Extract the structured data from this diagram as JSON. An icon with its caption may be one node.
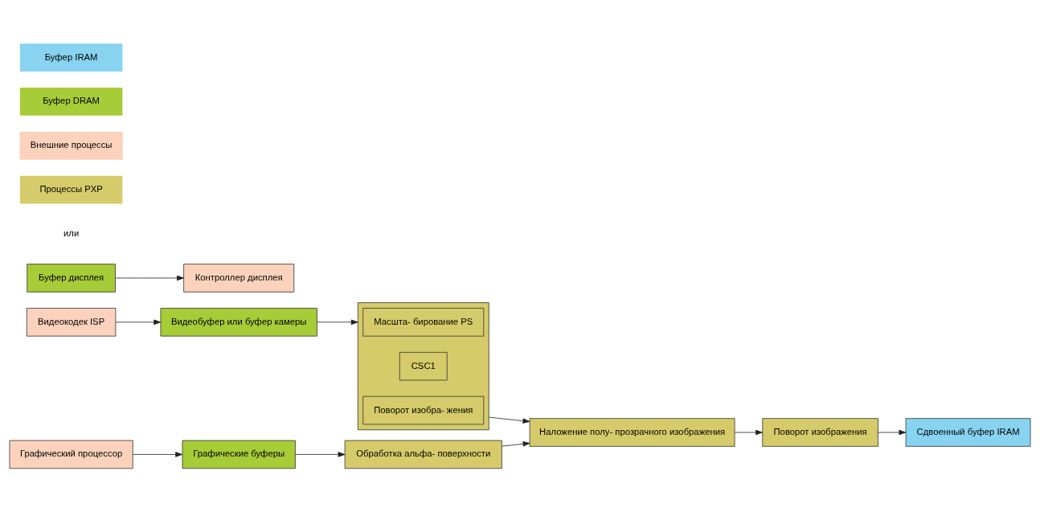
{
  "diagram": {
    "nodes": [
      {
        "text": [
          "Графические буферы"
        ]
      },
      {
        "text": [
          "Графический процессор"
        ]
      },
      {
        "text": [
          "Обработка альфа- поверхности"
        ]
      },
      {
        "text": [
          "Наложение полу- прозрачного изображения"
        ]
      },
      {
        "text": [
          "Поворот изображения"
        ]
      },
      {
        "text": [
          "Контроллер дисплея"
        ]
      },
      {
        "text": [
          "Видеокодек ISP"
        ]
      },
      {
        "text": [],
        "shape": "box"
      },
      {
        "text": [
          "Масшта- бирование PS"
        ],
        "in": 7
      },
      {
        "text": [
          "CSC1"
        ],
        "in": 7
      },
      {
        "text": [
          "Поворот изобра- жения"
        ],
        "in": 7
      },
      {
        "text": [
          "Сдвоенный буфер IRAM"
        ]
      },
      {
        "text": [
          "Буфер дисплея"
        ]
      },
      {
        "text": [
          "Видеобуфер или буфер камеры"
        ]
      }
    ],
    "edges": [
      {
        "from": 1,
        "to": 0,
        "arrow": "to"
      },
      {
        "from": 0,
        "to": 2,
        "arrow": "to"
      },
      {
        "from": 2,
        "to": 3,
        "arrow": "to"
      },
      {
        "from": 7,
        "to": 3,
        "arrow": "to"
      },
      {
        "from": 3,
        "to": 4,
        "arrow": "to"
      },
      {
        "from": 4,
        "to": 11,
        "arrow": "to"
      },
      {
        "from": 12,
        "to": 5,
        "arrow": "to"
      },
      {
        "from": 6,
        "to": 13,
        "arrow": "to"
      },
      {
        "from": 13,
        "to": 7,
        "arrow": "to"
      }
    ],
    "labels": [
      "или"
    ],
    "legend": [
      {
        "text": "Буфер IRAM",
        "color": "#87d3f0"
      },
      {
        "text": "Буфер DRAM",
        "color": "#a6cc38"
      },
      {
        "text": "Внешние процессы",
        "color": "#fcd2bc"
      },
      {
        "text": "Процессы PXP",
        "color": "#d6cb6a"
      }
    ]
  }
}
